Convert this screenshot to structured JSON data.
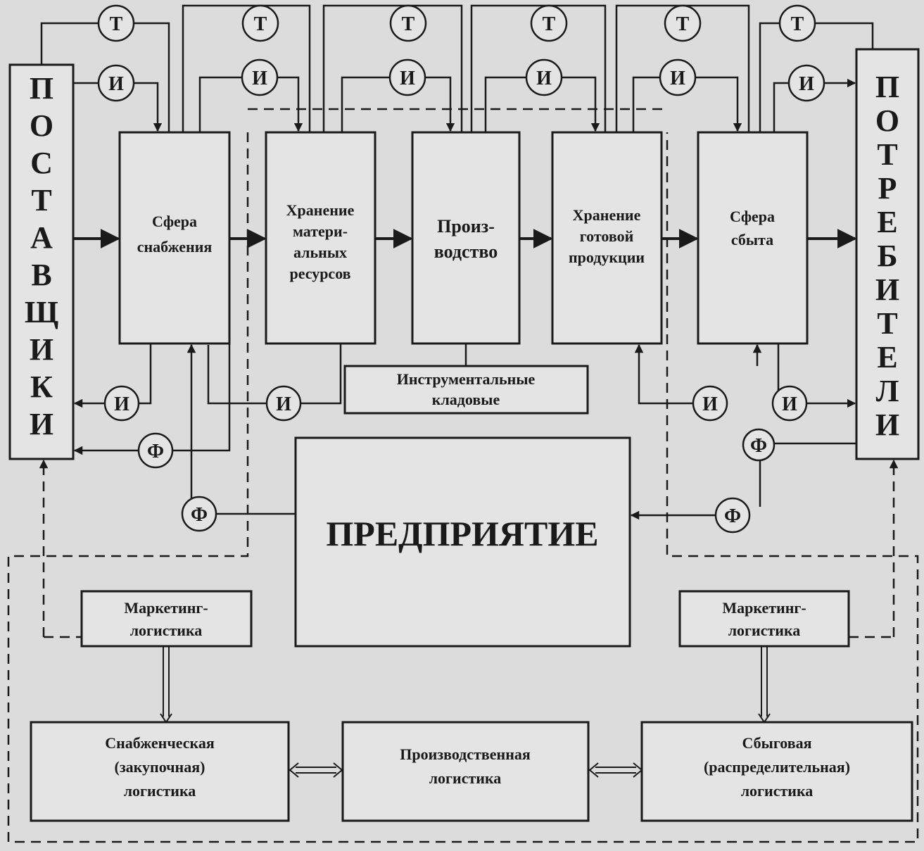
{
  "suppliers": {
    "letters": [
      "П",
      "О",
      "С",
      "Т",
      "А",
      "В",
      "Щ",
      "И",
      "К",
      "И"
    ]
  },
  "consumers": {
    "letters": [
      "П",
      "О",
      "Т",
      "Р",
      "Е",
      "Б",
      "И",
      "Т",
      "Е",
      "Л",
      "И"
    ]
  },
  "stages": {
    "supply_sphere": [
      "Сфера",
      "снабжения"
    ],
    "material_storage": [
      "Хранение",
      "матери-",
      "альных",
      "ресурсов"
    ],
    "production": [
      "Произ-",
      "водство"
    ],
    "finished_storage": [
      "Хранение",
      "готовой",
      "продукции"
    ],
    "sales_sphere": [
      "Сфера",
      "сбыта"
    ]
  },
  "tool_storage": [
    "Инструментальные",
    "кладовые"
  ],
  "enterprise": "ПРЕДПРИЯТИЕ",
  "marketing_logistics": [
    "Маркетинг-",
    "логистика"
  ],
  "logistics": {
    "procurement": [
      "Снабженческая",
      "(закупочная)",
      "логистика"
    ],
    "production": [
      "Производственная",
      "логистика"
    ],
    "distribution": [
      "Сбыговая",
      "(распределительная)",
      "логистика"
    ]
  },
  "flow_labels": {
    "transport": "Т",
    "information": "И",
    "finance": "Ф"
  }
}
